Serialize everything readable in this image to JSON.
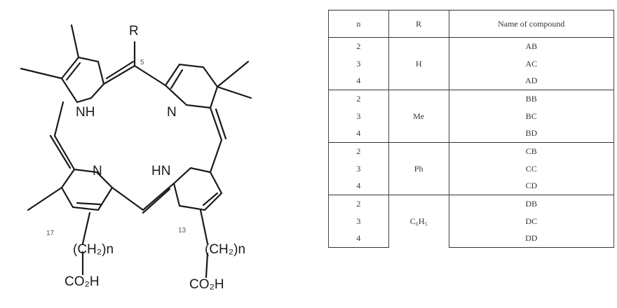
{
  "structure": {
    "substituent_label": "R",
    "position_5_label": "5",
    "position_17_label": "17",
    "position_13_label": "13",
    "nh_top_label": "NH",
    "n_top_label": "N",
    "n_bottom_label": "N",
    "hn_bottom_label": "HN",
    "chain_left_label": "(CH₂)n",
    "chain_right_label": "(CH₂)n",
    "acid_left_label": "CO₂H",
    "acid_right_label": "CO₂H"
  },
  "table": {
    "headers": {
      "n": "n",
      "r": "R",
      "name": "Name of compound"
    },
    "groups": [
      {
        "r": "H",
        "rows": [
          {
            "n": "2",
            "name": "AB"
          },
          {
            "n": "3",
            "name": "AC"
          },
          {
            "n": "4",
            "name": "AD"
          }
        ]
      },
      {
        "r": "Me",
        "rows": [
          {
            "n": "2",
            "name": "BB"
          },
          {
            "n": "3",
            "name": "BC"
          },
          {
            "n": "4",
            "name": "BD"
          }
        ]
      },
      {
        "r": "Ph",
        "rows": [
          {
            "n": "2",
            "name": "CB"
          },
          {
            "n": "3",
            "name": "CC"
          },
          {
            "n": "4",
            "name": "CD"
          }
        ]
      },
      {
        "r": "C₆H₅",
        "rows": [
          {
            "n": "2",
            "name": "DB"
          },
          {
            "n": "3",
            "name": "DC"
          },
          {
            "n": "4",
            "name": "DD"
          }
        ]
      }
    ]
  }
}
